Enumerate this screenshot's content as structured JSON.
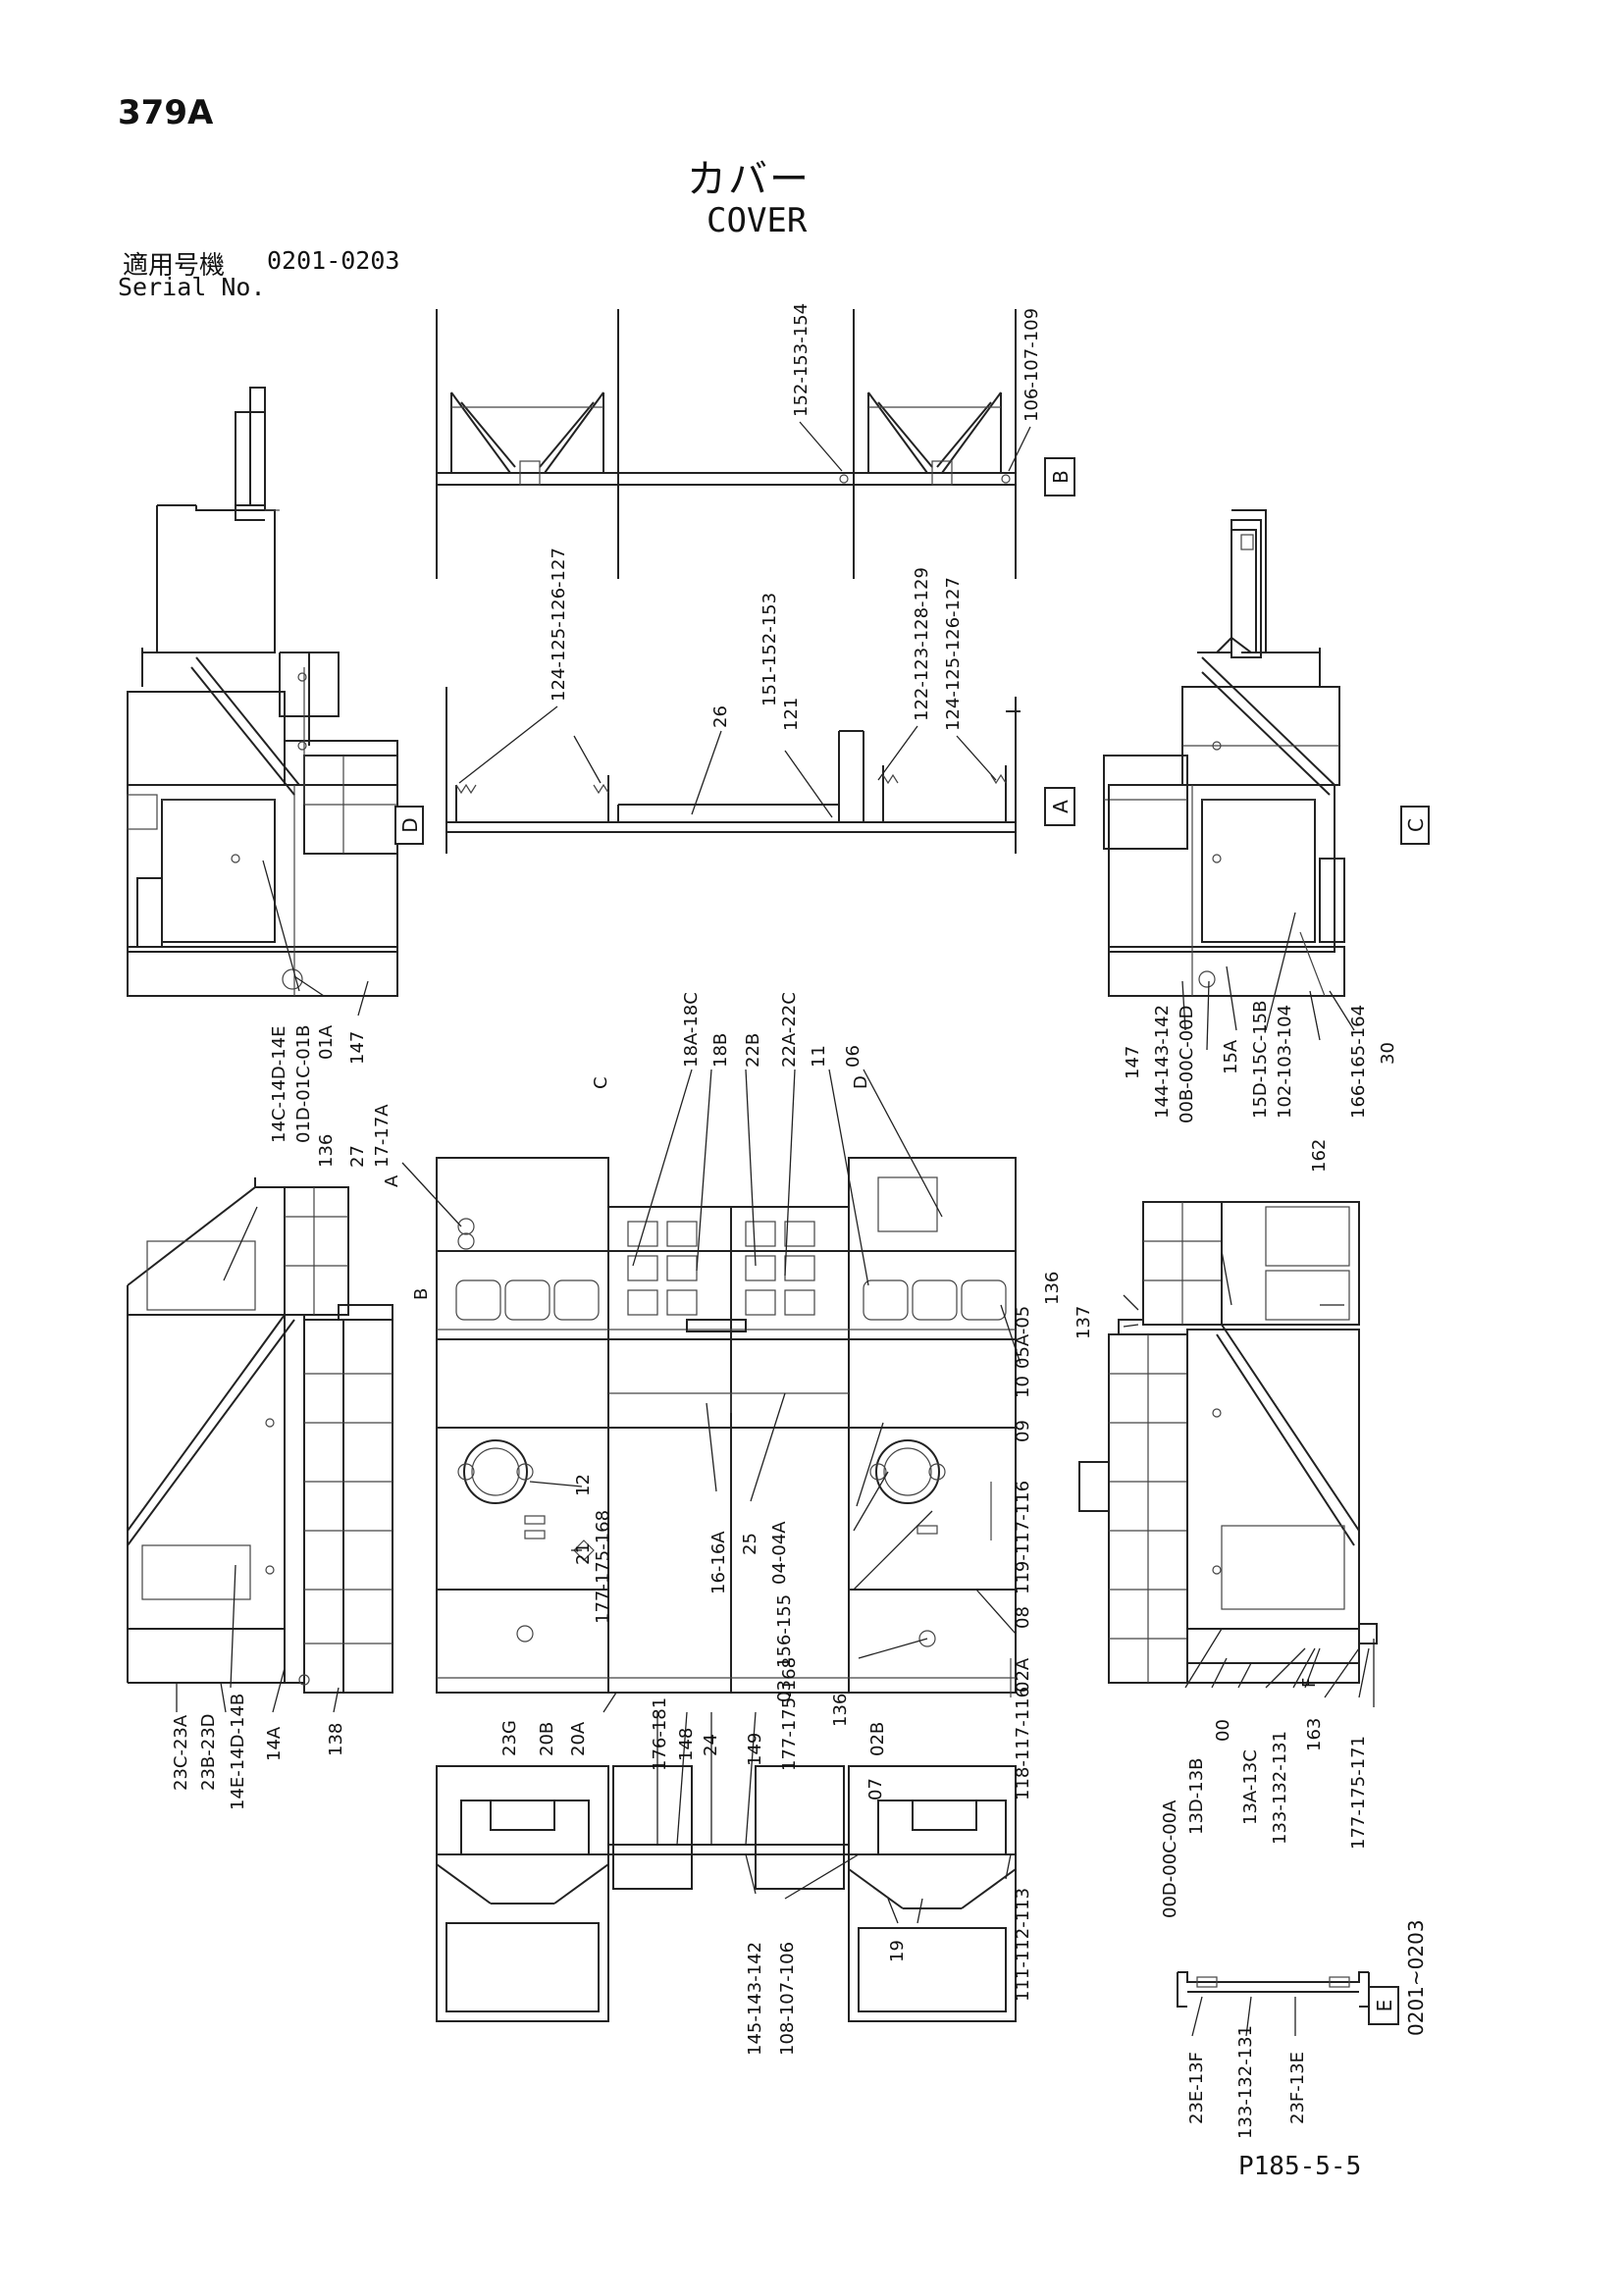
{
  "header": {
    "page_number": "379A",
    "title_jp": "カバー",
    "title_en": "COVER",
    "serial_label_jp": "適用号機",
    "serial_range": "0201-0203",
    "serial_label_en": "Serial No."
  },
  "footer": {
    "page_code": "P185-5-5"
  },
  "view_labels": {
    "A": "A",
    "B": "B",
    "C": "C",
    "D": "D",
    "E": "E",
    "A1": "A",
    "B1": "B",
    "C1": "C",
    "D1": "D",
    "F1": "F"
  },
  "e_view_serial": "0201~0203",
  "part_labels": {
    "p152_153_154": "152-153-154",
    "p106_107_109": "106-107-109",
    "p124_127_left": "124-125-126-127",
    "p26": "26",
    "p151_153": "151-152-153",
    "p121": "121",
    "p122_129": "122-123-128-129",
    "p124_127_right": "124-125-126-127",
    "p14c": "14C-14D-14E",
    "p01d": "01D-01C-01B",
    "p01a": "01A",
    "p147_left": "147",
    "p136_left": "136",
    "p27": "27",
    "p17": "17-17A",
    "p18a": "18A-18C",
    "p18b": "18B",
    "p22b": "22B",
    "p22a": "22A-22C",
    "p11": "11",
    "p06": "06",
    "p147_right": "147",
    "p144": "144-143-142",
    "p00b": "00B-00C-00D",
    "p15a": "15A",
    "p15d": "15D-15C-15B",
    "p102": "102-103-104",
    "p162": "162",
    "p166": "166-165-164",
    "p30": "30",
    "p05a": "05A-05",
    "p136_right": "136",
    "p137": "137",
    "p10": "10",
    "p09": "09",
    "p12": "12",
    "p16": "16-16A",
    "p25": "25",
    "p04": "04-04A",
    "p21": "21",
    "p156": "156-155",
    "p03": "03",
    "p119": "119-117-116",
    "p08": "08",
    "p177_left": "177-175-168",
    "p177_mid": "177-175-168",
    "p136_bottom": "136",
    "p02a": "02A",
    "p02b": "02B",
    "p23g": "23G",
    "p20b": "20B",
    "p20a": "20A",
    "p23c": "23C-23A",
    "p23b": "23B-23D",
    "p14e": "14E-14D-14B",
    "p14a": "14A",
    "p138": "138",
    "p176": "176-181",
    "p148": "148",
    "p24": "24",
    "p149": "149",
    "p07": "07",
    "p118": "118-117-116",
    "p145": "145-143-142",
    "p108": "108-107-106",
    "p19": "19",
    "p111": "111-112-113",
    "p00d": "00D-00C-00A",
    "p13d": "13D-13B",
    "p00": "00",
    "p13a": "13A-13C",
    "p133_right": "133-132-131",
    "p163": "163",
    "p177_right": "177-175-171",
    "p23e": "23E-13F",
    "p133_e": "133-132-131",
    "p23f": "23F-13E"
  }
}
